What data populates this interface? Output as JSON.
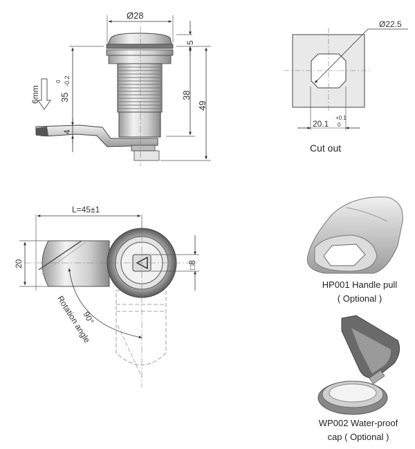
{
  "front_view": {
    "dim_diameter": "Ø28",
    "dim_flange": "5",
    "dim_body": "38",
    "dim_total": "49",
    "dim_cam_position": "35",
    "dim_cam_tol_upper": "0",
    "dim_cam_tol_lower": "-0.2",
    "dim_cam_thickness": "4",
    "offset_note": "6mm"
  },
  "cutout": {
    "dim_diameter": "Ø22.5",
    "dim_width": "20.1",
    "dim_tol_upper": "+0.1",
    "dim_tol_lower": "0",
    "caption": "Cut out"
  },
  "top_view": {
    "dim_length": "L=45±1",
    "dim_cam_width": "20",
    "dim_square_key": "□8",
    "angle_value": "90°",
    "angle_label": "Rotation angle"
  },
  "accessories": [
    {
      "code_name": "HP001 Handle pull",
      "note": "( Optional )"
    },
    {
      "code_name": "WP002 Water-proof",
      "note": "cap ( Optional )"
    }
  ],
  "colors": {
    "line": "#333333",
    "metal_light": "#e4e4e4",
    "metal_mid": "#b8b8b8",
    "metal_dark": "#6e6e6e"
  }
}
